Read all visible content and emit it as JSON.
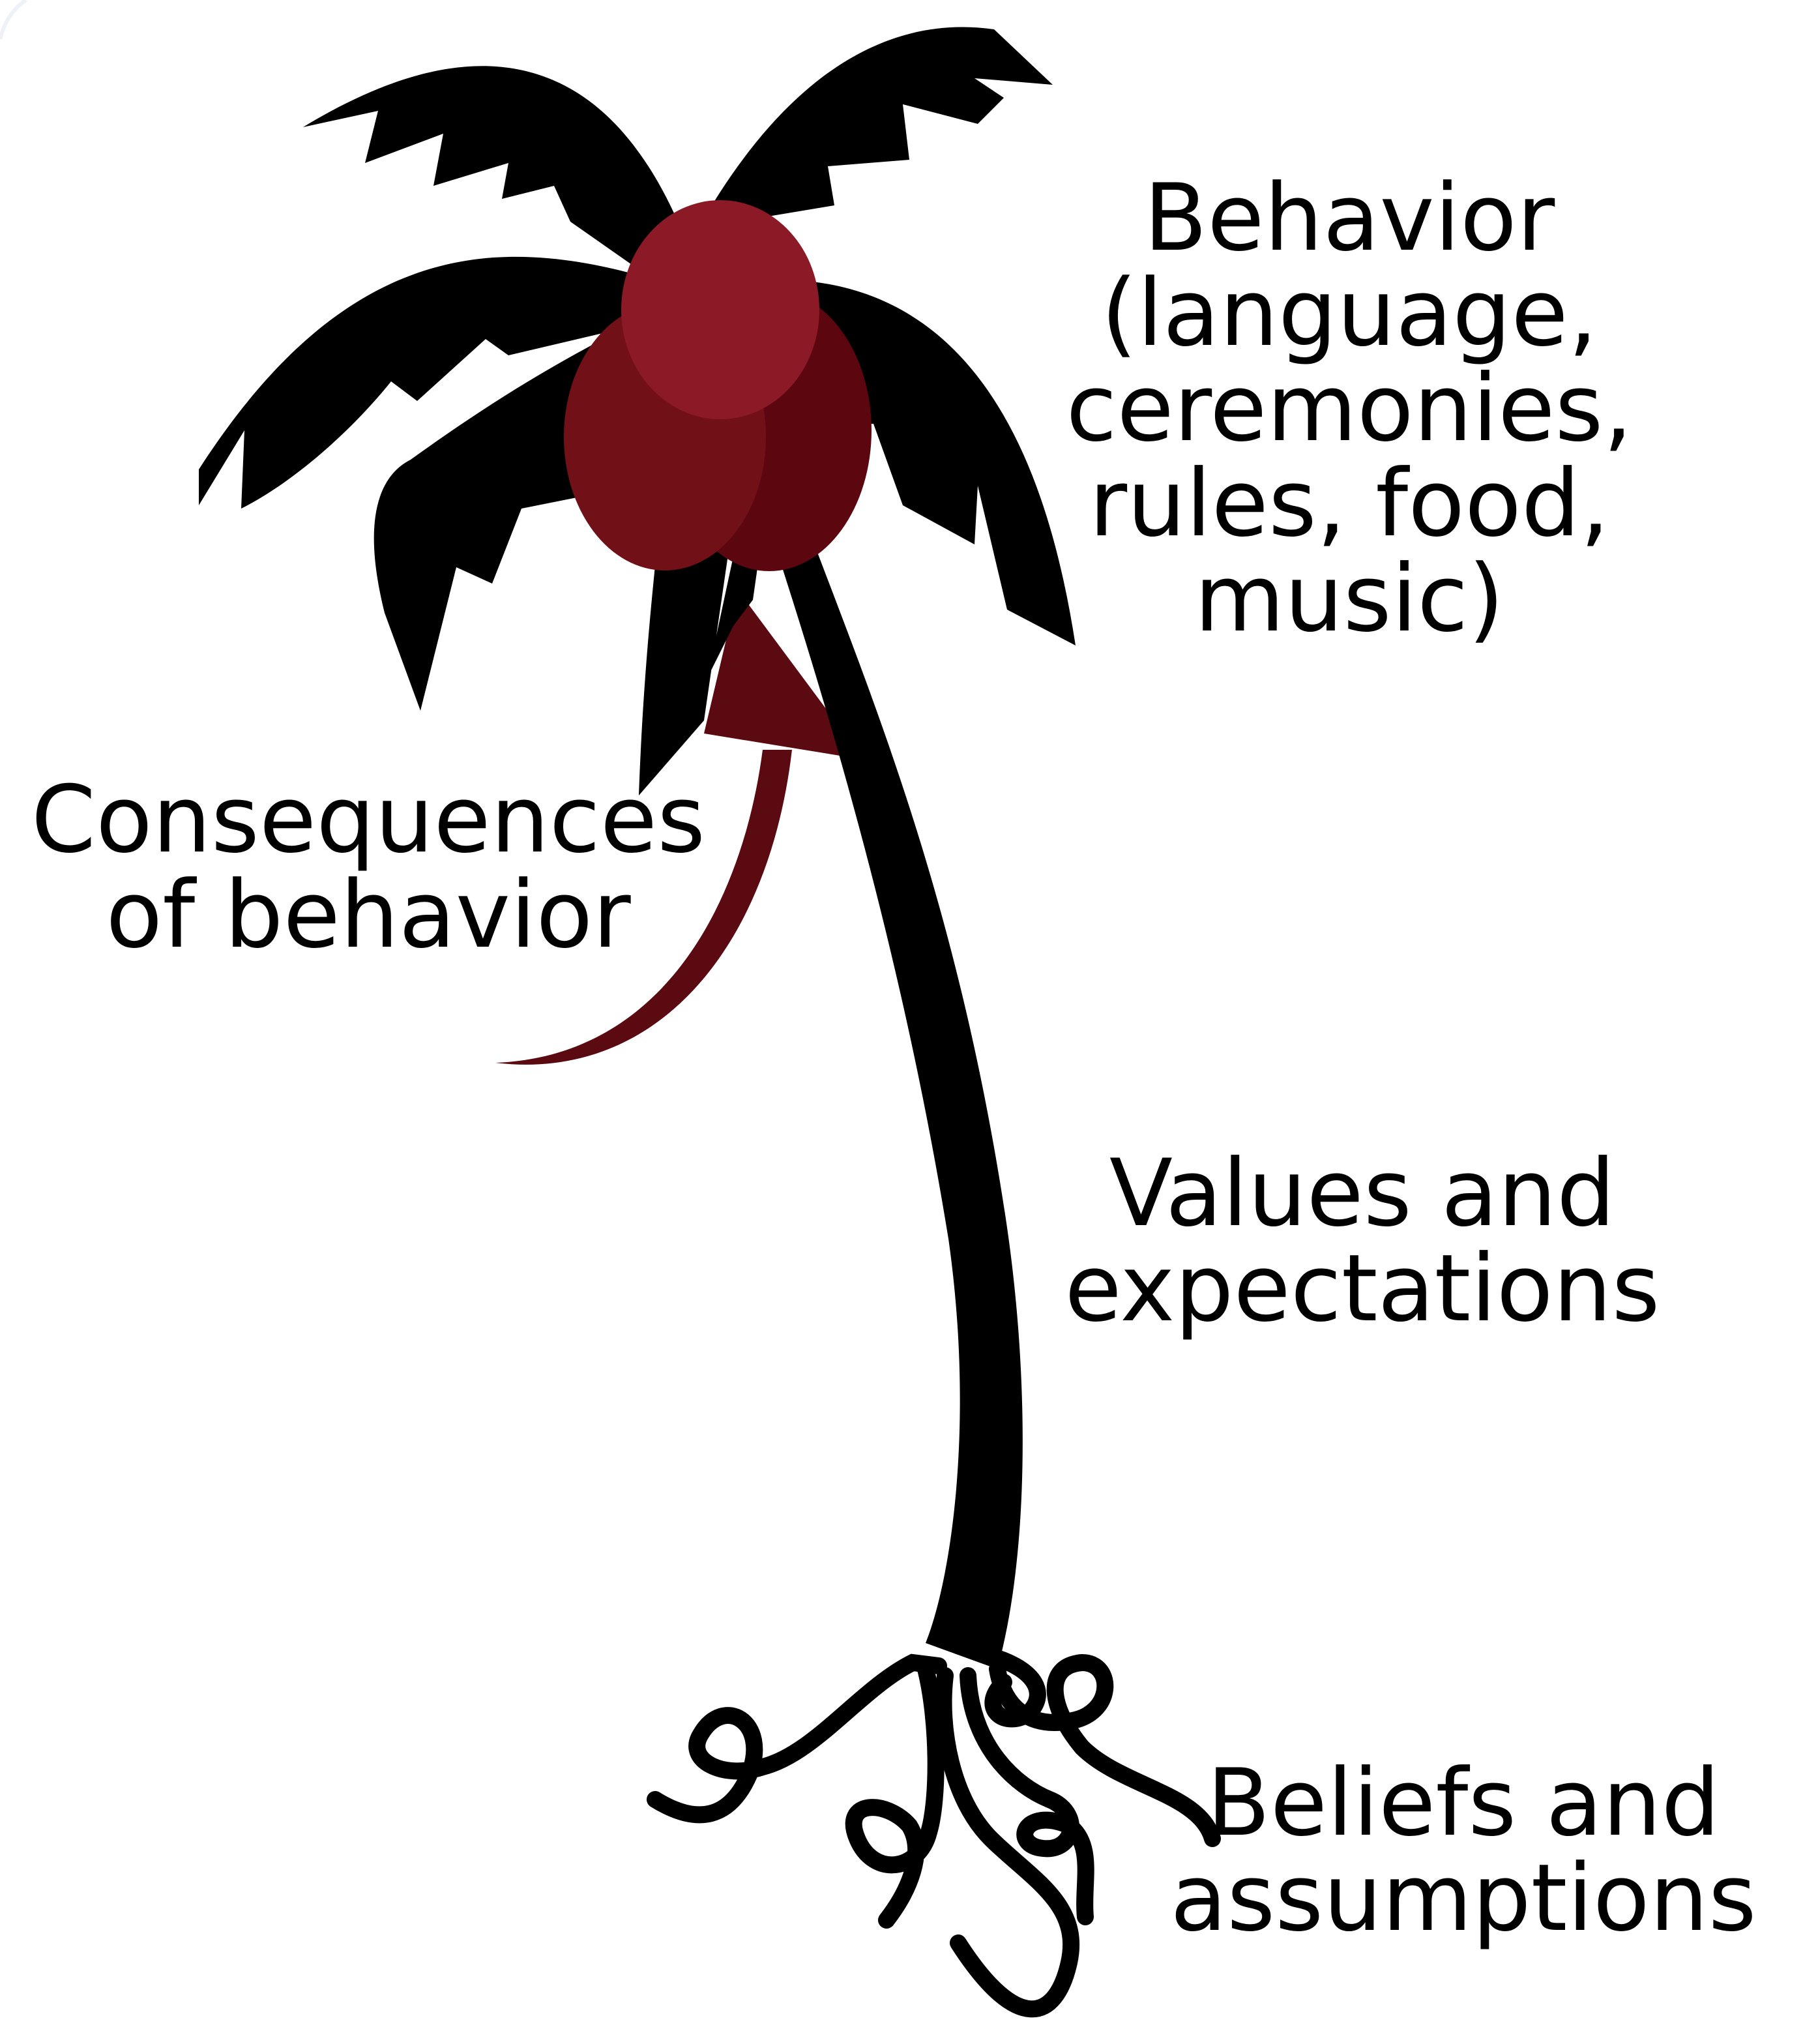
{
  "labels": {
    "behavior": [
      "Behavior",
      "(language,",
      "ceremonies,",
      "rules, food,",
      "music)"
    ],
    "consequences": [
      "Consequences",
      "of behavior"
    ],
    "values": [
      "Values and",
      "expectations"
    ],
    "beliefs": [
      "Beliefs and",
      "assumptions"
    ]
  },
  "colors": {
    "tree": "#000000",
    "coconut_front": "#8b1a26",
    "coconut_left": "#721018",
    "coconut_right": "#5c0610",
    "arrow": "#5a0a10",
    "background": "#ffffff",
    "text": "#000000"
  },
  "icons": [
    "palm-tree-icon",
    "coconut-icon",
    "curved-arrow-icon",
    "roots-icon"
  ]
}
